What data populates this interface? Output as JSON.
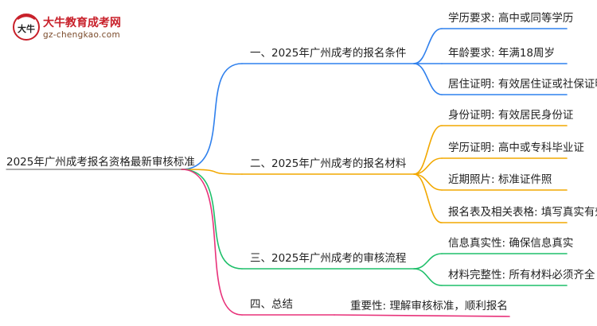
{
  "logo": {
    "name": "大牛教育成考网",
    "url": "gz-chengkao.com",
    "mark_text": "大牛"
  },
  "colors": {
    "blue": "#2f80ed",
    "orange": "#f2a800",
    "green": "#1fbf6a",
    "pink": "#e8327a",
    "line": "#7a7a7a"
  },
  "root": {
    "label": "2025年广州成考报名资格最新审核标准"
  },
  "branches": [
    {
      "label": "一、2025年广州成考的报名条件",
      "color": "blue",
      "children": [
        "学历要求: 高中或同等学历",
        "年龄要求: 年满18周岁",
        "居住证明: 有效居住证或社保证明"
      ]
    },
    {
      "label": "二、2025年广州成考的报名材料",
      "color": "orange",
      "children": [
        "身份证明: 有效居民身份证",
        "学历证明: 高中或专科毕业证",
        "近期照片: 标准证件照",
        "报名表及相关表格: 填写真实有效"
      ]
    },
    {
      "label": "三、2025年广州成考的审核流程",
      "color": "green",
      "children": [
        "信息真实性: 确保信息真实",
        "材料完整性: 所有材料必须齐全"
      ]
    },
    {
      "label": "四、总结",
      "color": "pink",
      "children": [
        "重要性: 理解审核标准，顺利报名"
      ]
    }
  ]
}
